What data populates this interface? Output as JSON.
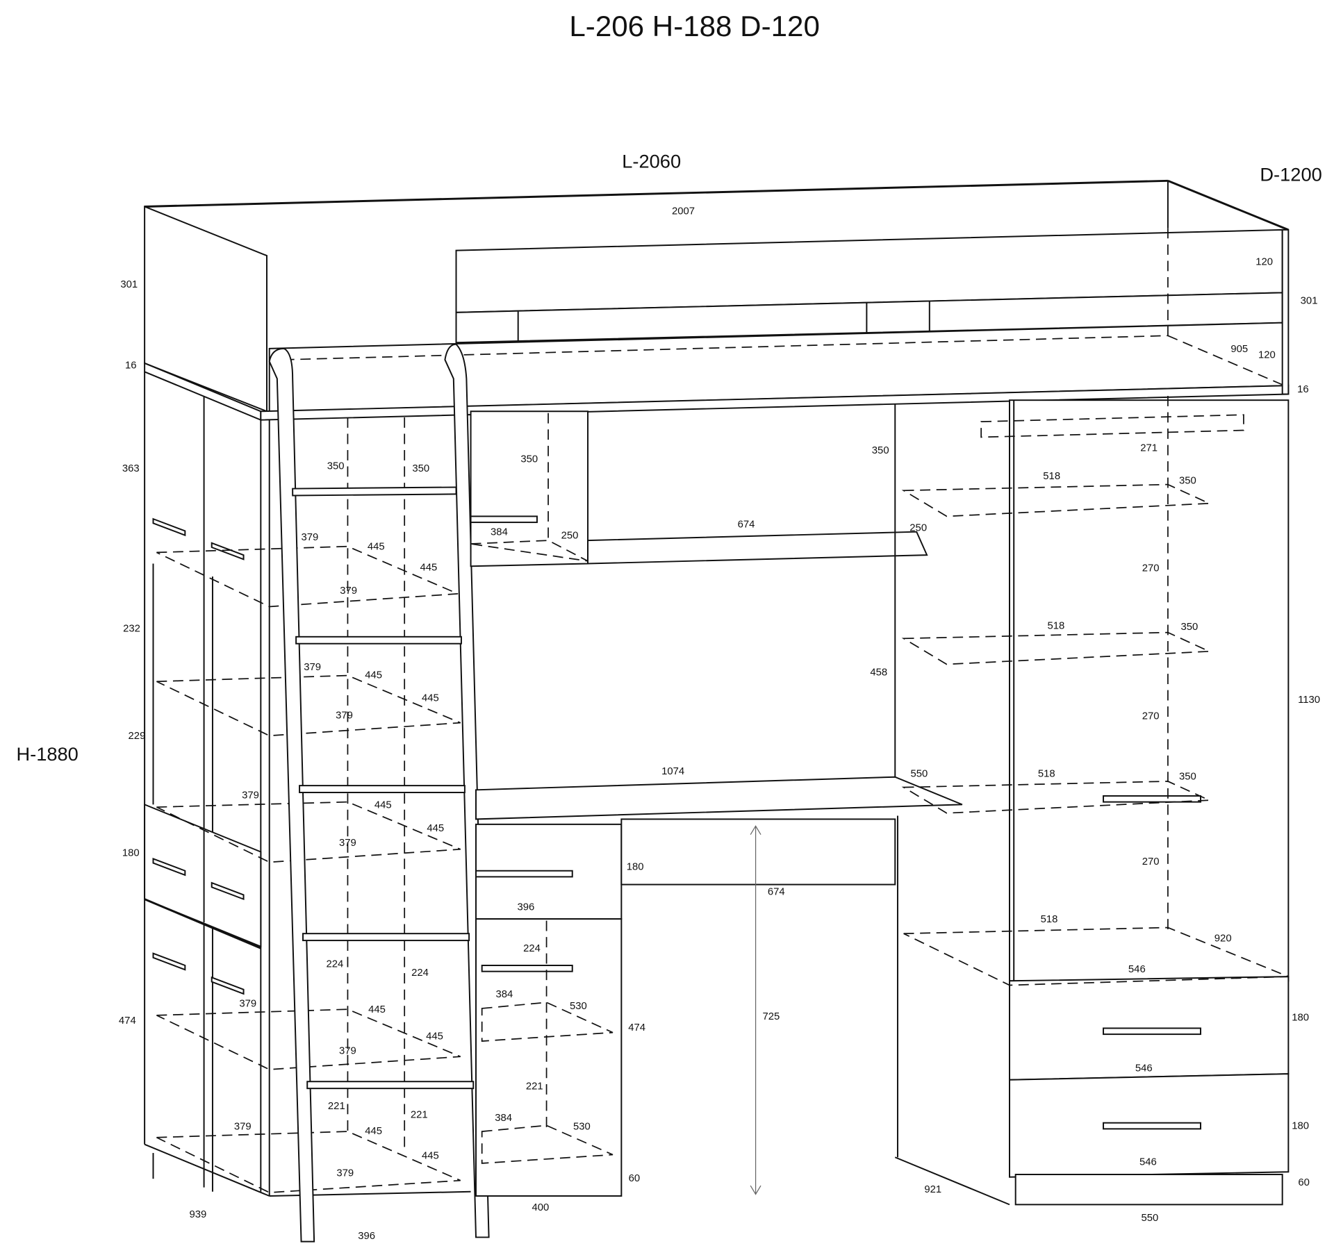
{
  "title": "L-206 H-188 D-120",
  "overall": {
    "length": "L-2060",
    "depth": "D-1200",
    "height": "H-1880"
  },
  "labels": [
    "2007",
    "301",
    "16",
    "363",
    "232",
    "229",
    "180",
    "474",
    "939",
    "396",
    "400",
    "60",
    "921",
    "550",
    "60",
    "180",
    "180",
    "1130",
    "16",
    "301",
    "120",
    "120",
    "905",
    "350",
    "350",
    "350",
    "350",
    "271",
    "518",
    "350",
    "379",
    "445",
    "445",
    "379",
    "384",
    "250",
    "674",
    "250",
    "270",
    "518",
    "350",
    "379",
    "445",
    "445",
    "379",
    "458",
    "270",
    "1074",
    "550",
    "518",
    "350",
    "379",
    "445",
    "445",
    "379",
    "180",
    "674",
    "396",
    "270",
    "518",
    "920",
    "546",
    "224",
    "224",
    "224",
    "384",
    "530",
    "379",
    "445",
    "445",
    "379",
    "474",
    "725",
    "546",
    "546",
    "221",
    "221",
    "221",
    "384",
    "530",
    "379",
    "445",
    "445",
    "379"
  ]
}
